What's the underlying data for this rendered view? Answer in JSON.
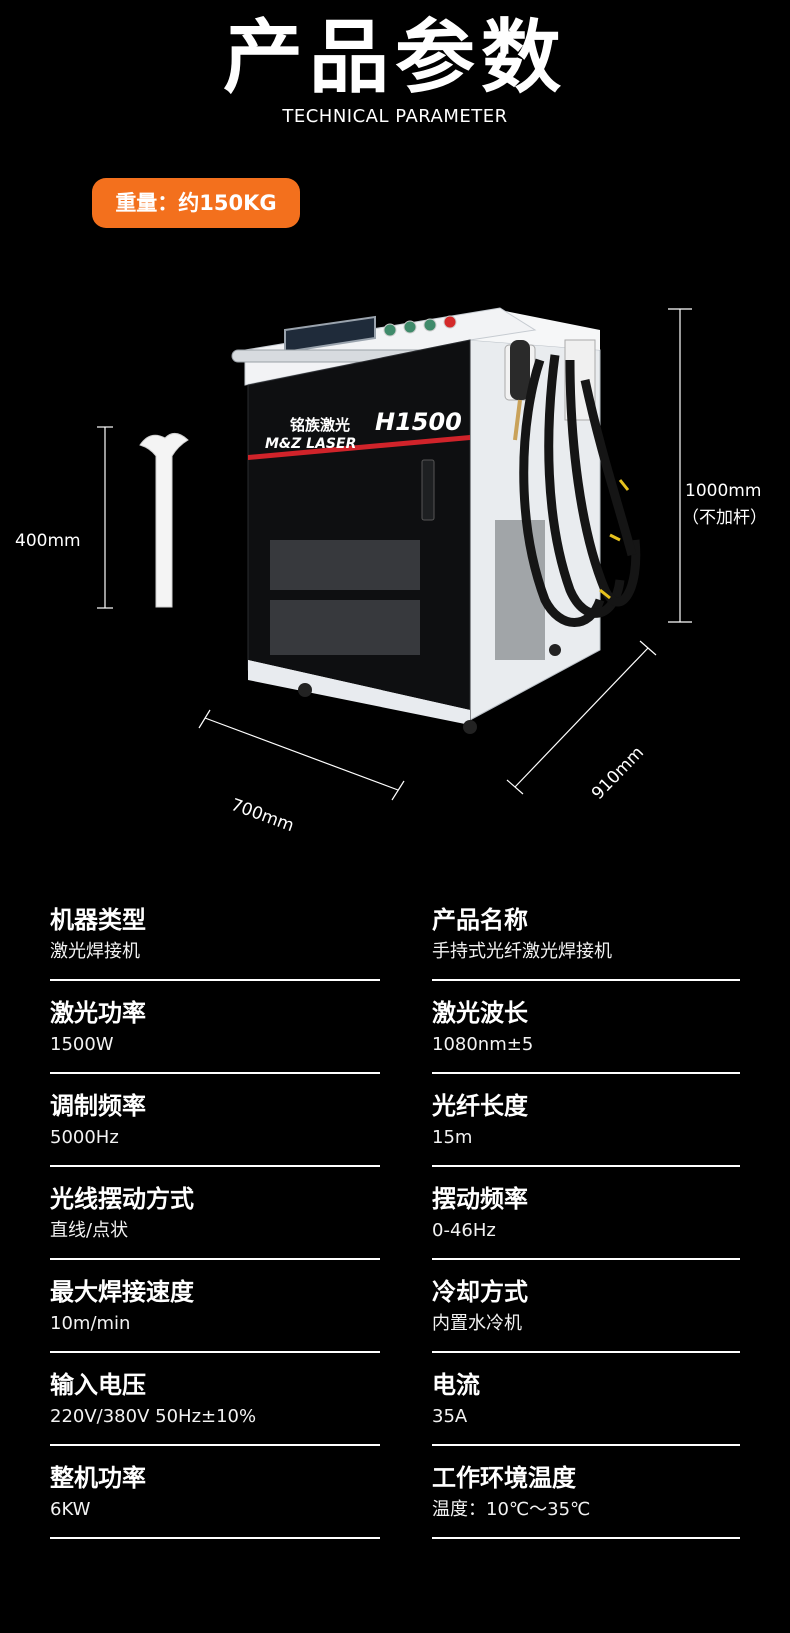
{
  "header": {
    "title": "产品参数",
    "subtitle": "TECHNICAL PARAMETER"
  },
  "weight_badge": "重量：约150KG",
  "accent_color": "#f3701d",
  "machine": {
    "brand_cn": "铭族激光",
    "brand_en": "M&Z LASER",
    "model": "H1500"
  },
  "dimensions": {
    "rod_height": "400mm",
    "height": "1000mm",
    "height_note": "（不加杆）",
    "width": "700mm",
    "depth": "910mm"
  },
  "specs": [
    {
      "left": {
        "name": "机器类型",
        "value": "激光焊接机"
      },
      "right": {
        "name": "产品名称",
        "value": "手持式光纤激光焊接机"
      }
    },
    {
      "left": {
        "name": "激光功率",
        "value": "1500W"
      },
      "right": {
        "name": "激光波长",
        "value": "1080nm±5"
      }
    },
    {
      "left": {
        "name": "调制频率",
        "value": "5000Hz"
      },
      "right": {
        "name": "光纤长度",
        "value": "15m"
      }
    },
    {
      "left": {
        "name": "光线摆动方式",
        "value": "直线/点状"
      },
      "right": {
        "name": "摆动频率",
        "value": "0-46Hz"
      }
    },
    {
      "left": {
        "name": "最大焊接速度",
        "value": "10m/min"
      },
      "right": {
        "name": "冷却方式",
        "value": "内置水冷机"
      }
    },
    {
      "left": {
        "name": "输入电压",
        "value": "220V/380V 50Hz±10%"
      },
      "right": {
        "name": "电流",
        "value": "35A"
      }
    },
    {
      "left": {
        "name": "整机功率",
        "value": "6KW"
      },
      "right": {
        "name": "工作环境温度",
        "value": "温度：10℃～35℃"
      }
    }
  ]
}
